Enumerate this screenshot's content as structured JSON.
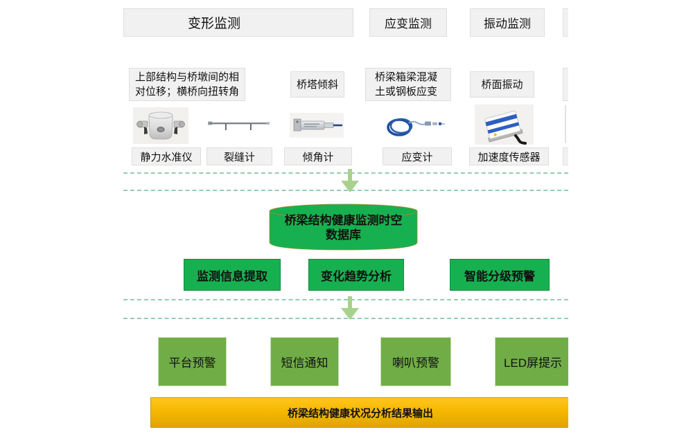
{
  "diagram": {
    "groups": [
      {
        "label": "变形监测"
      },
      {
        "label": "应变监测"
      },
      {
        "label": "振动监测"
      }
    ],
    "descriptions": [
      {
        "text": "上部结构与桥墩间的相对位移；横桥向扭转角"
      },
      {
        "text": "桥塔倾斜"
      },
      {
        "text": "桥梁箱梁混凝土或钢板应变"
      },
      {
        "text": "桥面振动"
      }
    ],
    "sensors": [
      {
        "name": "静力水准仪",
        "icon": "static-level-icon"
      },
      {
        "name": "裂缝计",
        "icon": "crack-meter-icon"
      },
      {
        "name": "倾角计",
        "icon": "inclinometer-icon"
      },
      {
        "name": "应变计",
        "icon": "strain-gauge-icon"
      },
      {
        "name": "加速度传感器",
        "icon": "accelerometer-icon"
      }
    ],
    "database": {
      "line1": "桥梁结构健康监测时空",
      "line2": "数据库"
    },
    "analysis": [
      {
        "label": "监测信息提取"
      },
      {
        "label": "变化趋势分析"
      },
      {
        "label": "智能分级预警"
      }
    ],
    "alerts": [
      {
        "label": "平台预警"
      },
      {
        "label": "短信通知"
      },
      {
        "label": "喇叭预警"
      },
      {
        "label": "LED屏提示"
      }
    ],
    "output": {
      "label": "桥梁结构健康状况分析结果输出"
    },
    "colors": {
      "bright_green": "#17b050",
      "green_border": "#0c8a3c",
      "medium_green": "#70ad47",
      "arrow_green": "#a9d18e",
      "dash_green": "#95ccb2",
      "gold": "#ffc000",
      "gold_dark": "#dfa500",
      "box_gray": "#f1f1f1",
      "box_border": "#dedede"
    }
  }
}
